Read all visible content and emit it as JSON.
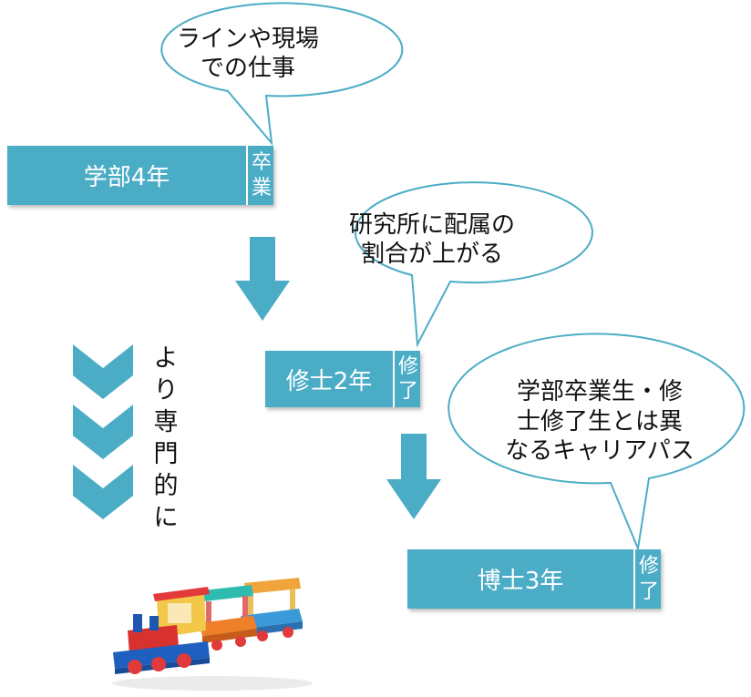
{
  "colors": {
    "accent": "#4bacc6",
    "bubble_border": "#4bacc6",
    "text": "#111111"
  },
  "stages": [
    {
      "label": "学部4年",
      "end_chars": [
        "卒",
        "業"
      ]
    },
    {
      "label": "修士2年",
      "end_chars": [
        "修",
        "了"
      ]
    },
    {
      "label": "博士3年",
      "end_chars": [
        "修",
        "了"
      ]
    }
  ],
  "bubbles": [
    {
      "lines": [
        "ラインや現場",
        "での仕事"
      ]
    },
    {
      "lines": [
        "研究所に配属の",
        "割合が上がる"
      ]
    },
    {
      "lines": [
        "学部卒業生・修",
        "士修了生とは異",
        "なるキャリアパス"
      ]
    }
  ],
  "side_note": {
    "chars": [
      "よ",
      "り",
      "専",
      "門",
      "的",
      "に"
    ]
  },
  "icons": {
    "arrow": "down-arrow-icon",
    "chevron": "chevron-down-icon",
    "train": "toy-train-icon"
  }
}
